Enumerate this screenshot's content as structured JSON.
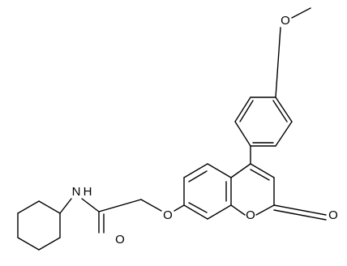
{
  "diagram": {
    "atom_labels": {
      "nh": "N",
      "nh_h": "H",
      "amide_o": "O",
      "ether_o": "O",
      "lactone_o": "O",
      "carbonyl_o": "O",
      "methoxy_o": "O"
    },
    "colors": {
      "bond": "#000000",
      "text": "#000000",
      "background": "#ffffff"
    }
  }
}
